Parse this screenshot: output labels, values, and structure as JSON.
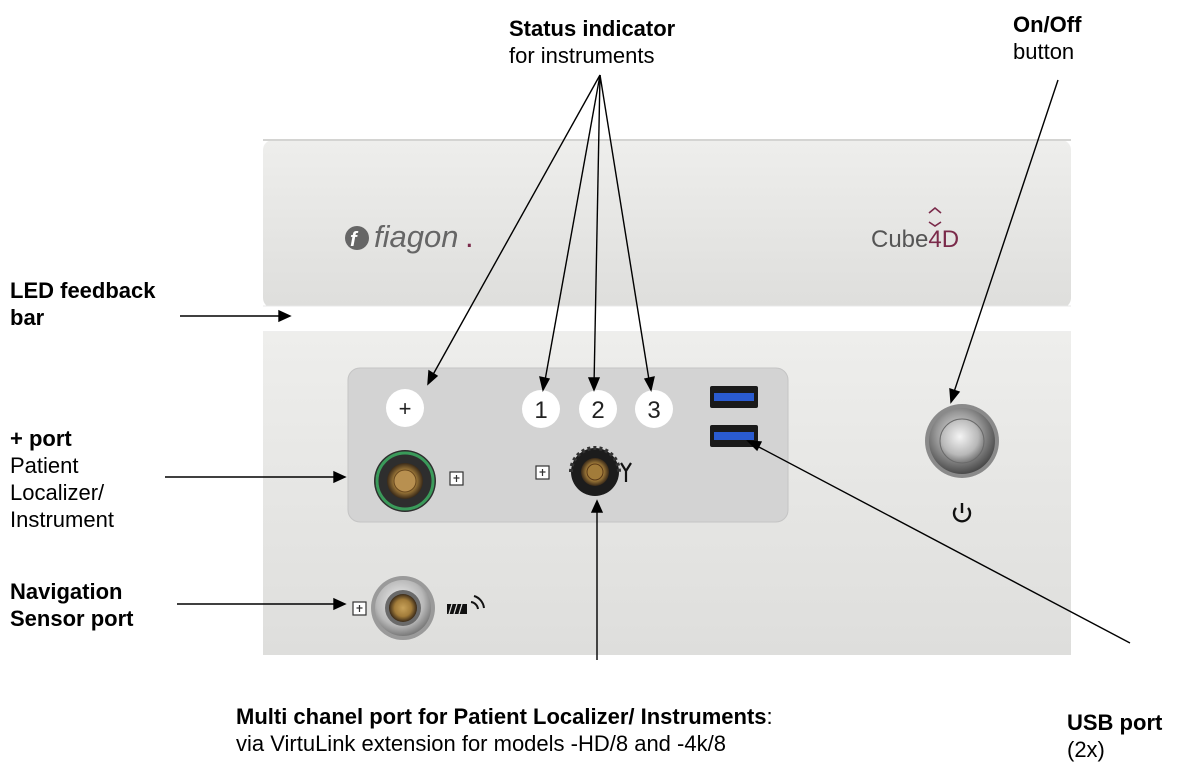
{
  "labels": {
    "status_indicator": {
      "title": "Status indicator",
      "sub": "for instruments"
    },
    "on_off": {
      "title": "On/Off",
      "sub": "button"
    },
    "led_bar": {
      "line1": "LED feedback",
      "line2": "bar"
    },
    "plus_port": {
      "title": "+ port",
      "line1": "Patient",
      "line2": "Localizer/",
      "line3": "Instrument"
    },
    "nav_sensor": {
      "line1": "Navigation",
      "line2": "Sensor port"
    },
    "multi_channel": {
      "title": "Multi chanel port for Patient Localizer/ Instruments",
      "colon": ":",
      "sub": "via VirtuLink extension for models -HD/8 and -4k/8"
    },
    "usb": {
      "title": "USB port",
      "sub": "(2x)"
    }
  },
  "device": {
    "brand": "fiagon",
    "brand_dot": ".",
    "product_main": "Cube",
    "product_suffix": "4D",
    "port_badges": [
      "+",
      "1",
      "2",
      "3"
    ]
  },
  "colors": {
    "device_body": "#e4e4e2",
    "panel": "#d2d2d2",
    "product_accent": "#7a2a4a",
    "logo_grey": "#666666",
    "usb_blue": "#2a5bd0",
    "plus_port_ring": "#3a9a5a"
  }
}
